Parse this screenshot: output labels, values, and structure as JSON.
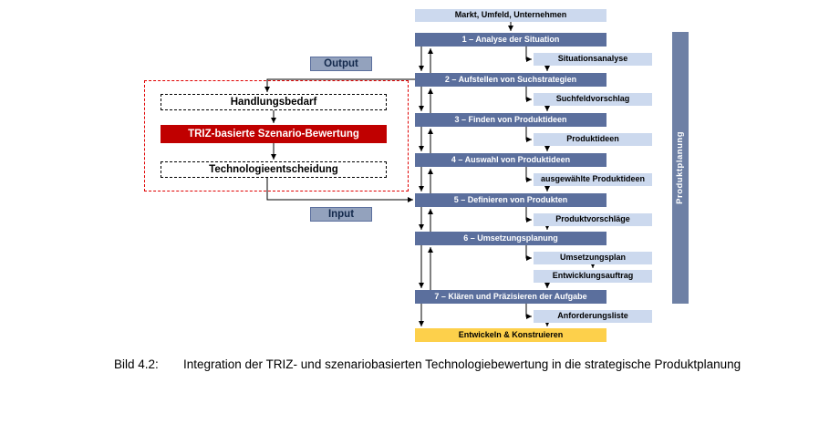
{
  "diagram": {
    "output_label": "Output",
    "input_label": "Input",
    "left_panel": {
      "handlungsbedarf": "Handlungsbedarf",
      "triz": "TRIZ-basierte Szenario-Bewertung",
      "technologieentscheidung": "Technologieentscheidung"
    },
    "flow": {
      "top_box": "Markt, Umfeld, Unternehmen",
      "steps": [
        {
          "label": "1 – Analyse der Situation",
          "result": "Situationsanalyse"
        },
        {
          "label": "2 – Aufstellen von Suchstrategien",
          "result": "Suchfeldvorschlag"
        },
        {
          "label": "3 – Finden von Produktideen",
          "result": "Produktideen"
        },
        {
          "label": "4 – Auswahl von Produktideen",
          "result": "ausgewählte Produktideen"
        },
        {
          "label": "5 – Definieren von Produkten",
          "result": "Produktvorschläge"
        },
        {
          "label": "6 – Umsetzungsplanung",
          "result": "Umsetzungsplan",
          "result2": "Entwicklungsauftrag"
        },
        {
          "label": "7 – Klären und Präzisieren der Aufgabe",
          "result": "Anforderungsliste"
        }
      ],
      "bottom_box": "Entwickeln & Konstruieren",
      "side_bar": "Produktplanung"
    },
    "colors": {
      "step_blue": "#5b6f9d",
      "result_blue": "#ccd9ee",
      "bottom_yellow": "#fdd04b",
      "triz_red": "#c00000",
      "frame_red": "#e00000",
      "sidebar_blue": "#6e80a5",
      "io_fill": "#93a2bd",
      "arrow_black": "#000000"
    }
  },
  "caption": {
    "label": "Bild 4.2:",
    "text": "Integration der TRIZ- und szenariobasierten Technologiebewertung in die strategische Produktplanung"
  }
}
